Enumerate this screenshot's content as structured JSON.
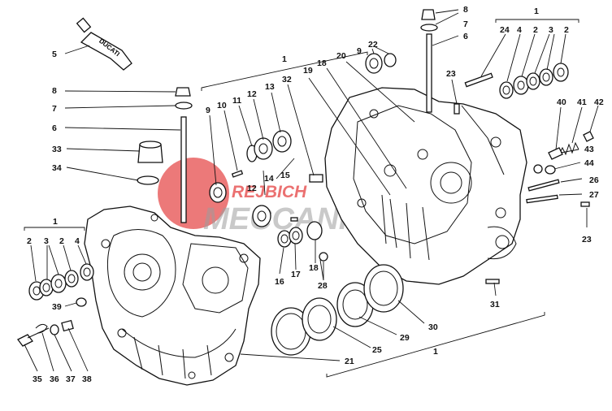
{
  "watermark": {
    "line1": "REJBICH",
    "line2": "MECCANICA",
    "color_red": "#e02020",
    "color_grey": "#8a8a8a"
  },
  "tube_label": "DUCATI",
  "callouts": [
    {
      "id": "c1a",
      "text": "1"
    },
    {
      "id": "c1b",
      "text": "1"
    },
    {
      "id": "c1c",
      "text": "1"
    },
    {
      "id": "c1d",
      "text": "1"
    },
    {
      "id": "c2a",
      "text": "2"
    },
    {
      "id": "c2b",
      "text": "2"
    },
    {
      "id": "c2c",
      "text": "2"
    },
    {
      "id": "c2d",
      "text": "2"
    },
    {
      "id": "c3a",
      "text": "3"
    },
    {
      "id": "c3b",
      "text": "3"
    },
    {
      "id": "c4a",
      "text": "4"
    },
    {
      "id": "c4b",
      "text": "4"
    },
    {
      "id": "c5",
      "text": "5"
    },
    {
      "id": "c6a",
      "text": "6"
    },
    {
      "id": "c6b",
      "text": "6"
    },
    {
      "id": "c7a",
      "text": "7"
    },
    {
      "id": "c7b",
      "text": "7"
    },
    {
      "id": "c8a",
      "text": "8"
    },
    {
      "id": "c8b",
      "text": "8"
    },
    {
      "id": "c9a",
      "text": "9"
    },
    {
      "id": "c9b",
      "text": "9"
    },
    {
      "id": "c10",
      "text": "10"
    },
    {
      "id": "c11",
      "text": "11"
    },
    {
      "id": "c12a",
      "text": "12"
    },
    {
      "id": "c12b",
      "text": "12"
    },
    {
      "id": "c13",
      "text": "13"
    },
    {
      "id": "c14",
      "text": "14"
    },
    {
      "id": "c15",
      "text": "15"
    },
    {
      "id": "c16",
      "text": "16"
    },
    {
      "id": "c17",
      "text": "17"
    },
    {
      "id": "c18a",
      "text": "18"
    },
    {
      "id": "c18b",
      "text": "18"
    },
    {
      "id": "c19",
      "text": "19"
    },
    {
      "id": "c20",
      "text": "20"
    },
    {
      "id": "c21",
      "text": "21"
    },
    {
      "id": "c22",
      "text": "22"
    },
    {
      "id": "c23a",
      "text": "23"
    },
    {
      "id": "c23b",
      "text": "23"
    },
    {
      "id": "c24",
      "text": "24"
    },
    {
      "id": "c25",
      "text": "25"
    },
    {
      "id": "c26",
      "text": "26"
    },
    {
      "id": "c27",
      "text": "27"
    },
    {
      "id": "c28",
      "text": "28"
    },
    {
      "id": "c29",
      "text": "29"
    },
    {
      "id": "c30",
      "text": "30"
    },
    {
      "id": "c31",
      "text": "31"
    },
    {
      "id": "c32",
      "text": "32"
    },
    {
      "id": "c33",
      "text": "33"
    },
    {
      "id": "c34",
      "text": "34"
    },
    {
      "id": "c35",
      "text": "35"
    },
    {
      "id": "c36",
      "text": "36"
    },
    {
      "id": "c37",
      "text": "37"
    },
    {
      "id": "c38",
      "text": "38"
    },
    {
      "id": "c39",
      "text": "39"
    },
    {
      "id": "c40",
      "text": "40"
    },
    {
      "id": "c41",
      "text": "41"
    },
    {
      "id": "c42",
      "text": "42"
    },
    {
      "id": "c43",
      "text": "43"
    },
    {
      "id": "c44",
      "text": "44"
    }
  ]
}
